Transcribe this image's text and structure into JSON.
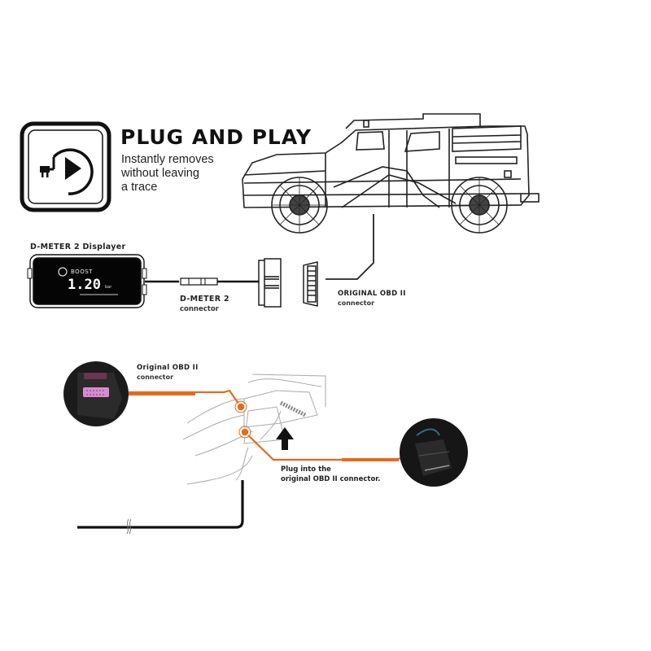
{
  "header": {
    "title": "PLUG AND PLAY",
    "subtitle_lines": [
      "Instantly removes",
      "without leaving",
      "a trace"
    ],
    "icon": "plug-replay-icon"
  },
  "wiring_diagram": {
    "displayer_label": "D-METER 2 Displayer",
    "display_screen": {
      "mode_label": "BOOST",
      "value": "1.20",
      "unit": "bar"
    },
    "dmeter_connector_label": [
      "D-METER 2",
      "connector"
    ],
    "obd_connector_label": [
      "ORIGINAL OBD II",
      "connector"
    ],
    "vehicle_icon": "armored-truck-wireframe"
  },
  "install_guide": {
    "obd_photo_label": [
      "Original OBD II",
      "connector"
    ],
    "plug_instruction": [
      "Plug into the",
      "original OBD II connector."
    ],
    "arrow_icon": "arrow-up-icon",
    "accent_color": "#e8691c"
  }
}
